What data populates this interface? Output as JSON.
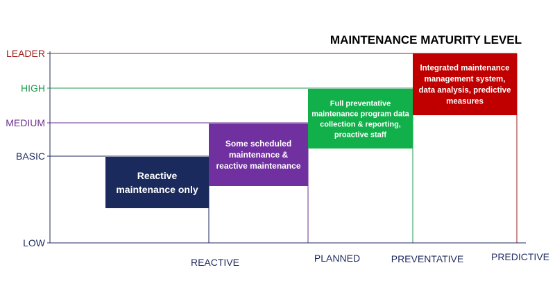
{
  "title": "MAINTENANCE MATURITY LEVEL",
  "y_levels": [
    {
      "label": "LEADER",
      "color": "#9a1c1c"
    },
    {
      "label": "HIGH",
      "color": "#1e9a4f"
    },
    {
      "label": "MEDIUM",
      "color": "#6b2f8f"
    },
    {
      "label": "BASIC",
      "color": "#1f2a5e"
    },
    {
      "label": "LOW",
      "color": "#1f2a5e"
    }
  ],
  "x_stages": [
    {
      "label": "REACTIVE",
      "color": "#1f2a5e"
    },
    {
      "label": "PLANNED",
      "color": "#1f2a5e"
    },
    {
      "label": "PREVENTATIVE",
      "color": "#1f2a5e"
    },
    {
      "label": "PREDICTIVE",
      "color": "#1f2a5e"
    }
  ],
  "boxes": [
    {
      "lines": [
        "Reactive",
        "maintenance only"
      ],
      "fill": "#1b2a5c"
    },
    {
      "lines": [
        "Some scheduled",
        "maintenance &",
        "reactive maintenance"
      ],
      "fill": "#7030a0"
    },
    {
      "lines": [
        "Full preventative",
        "maintenance program data",
        "collection & reporting,",
        "proactive staff"
      ],
      "fill": "#12b04a"
    },
    {
      "lines": [
        "Integrated maintenance",
        "management system,",
        "data analysis, predictive",
        "measures"
      ],
      "fill": "#c00000"
    }
  ],
  "colors": {
    "axis": "#1f2a5e",
    "text_on_box": "#ffffff",
    "title": "#000000"
  }
}
